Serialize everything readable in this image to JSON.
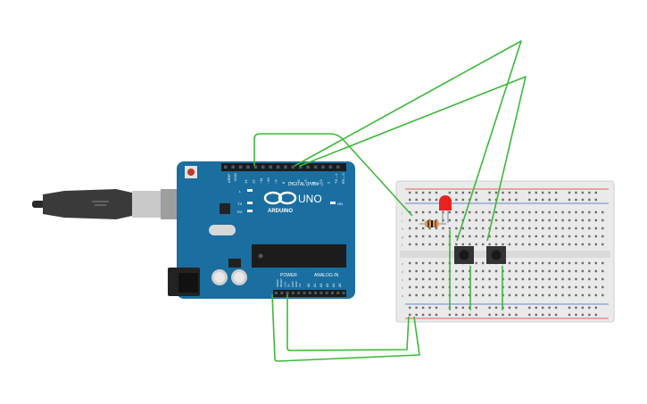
{
  "board": {
    "model": "UNO",
    "brand": "ARDUINO",
    "header_digital": "DIGITAL (PWM~)",
    "header_power": "POWER",
    "header_analog": "ANALOG IN",
    "led_l": "L",
    "led_tx": "TX",
    "led_rx": "RX",
    "led_on": "ON",
    "pin_aref": "AREF",
    "pin_gnd": "GND",
    "digital_pins": [
      "13",
      "12",
      "~11",
      "~10",
      "~9",
      "8",
      "7",
      "~6",
      "~5",
      "4",
      "~3",
      "2",
      "TX→1",
      "RX←0"
    ],
    "power_pins": [
      "IOREF",
      "RESET",
      "3.3V",
      "5V",
      "GND",
      "GND",
      "Vin"
    ],
    "analog_pins": [
      "A0",
      "A1",
      "A2",
      "A3",
      "A4",
      "A5"
    ]
  },
  "breadboard": {
    "row_letters_top": [
      "j",
      "i",
      "h",
      "g",
      "f"
    ],
    "row_letters_bottom": [
      "e",
      "d",
      "c",
      "b",
      "a"
    ]
  },
  "components": {
    "led": {
      "color": "#e8231e"
    },
    "resistor": {
      "color": "#c9a25a"
    },
    "buttons": 2
  },
  "colors": {
    "board": "#1a6ea0",
    "wire": "#3db83b",
    "breadboard": "#eaeaea",
    "rail_red": "#d9342b",
    "rail_blue": "#3b63c7"
  }
}
